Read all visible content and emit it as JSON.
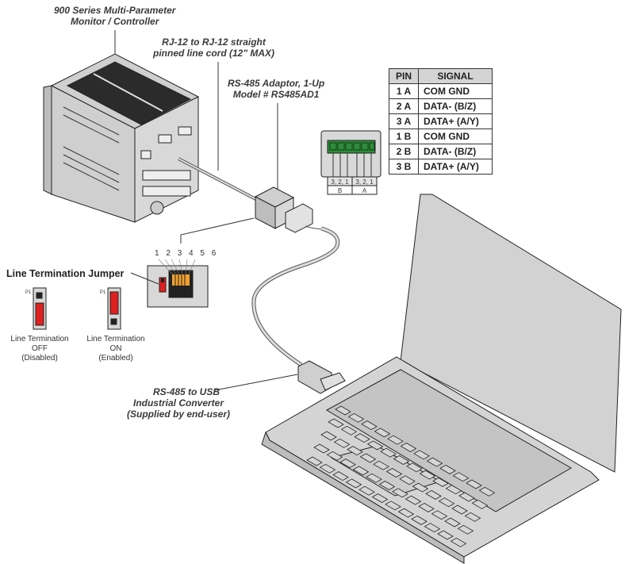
{
  "callouts": {
    "monitor_line1": "900 Series Multi-Parameter",
    "monitor_line2": "Monitor / Controller",
    "cord_line1": "RJ-12 to RJ-12 straight",
    "cord_line2": "pinned line cord (12\" MAX)",
    "adaptor_line1": "RS-485 Adaptor, 1-Up",
    "adaptor_line2": "Model # RS485AD1",
    "converter_line1": "RS-485 to USB",
    "converter_line2": "Industrial Converter",
    "converter_line3": "(Supplied by end-user)"
  },
  "pin_table": {
    "headers": [
      "PIN",
      "SIGNAL"
    ],
    "rows": [
      {
        "pin": "1 A",
        "signal": "COM GND"
      },
      {
        "pin": "2 A",
        "signal": "DATA- (B/Z)"
      },
      {
        "pin": "3 A",
        "signal": "DATA+ (A/Y)"
      },
      {
        "pin": "1 B",
        "signal": "COM GND"
      },
      {
        "pin": "2 B",
        "signal": "DATA- (B/Z)"
      },
      {
        "pin": "3 B",
        "signal": "DATA+ (A/Y)"
      }
    ]
  },
  "terminal_block": {
    "pin_order_b": "3, 2, 1",
    "pin_order_a": "3, 2, 1",
    "group_b": "B",
    "group_a": "A"
  },
  "rj12_jack": {
    "pin_numbers": [
      "1",
      "2",
      "3",
      "4",
      "5",
      "6"
    ]
  },
  "jumper": {
    "title": "Line Termination Jumper",
    "header_label": "P1",
    "off": {
      "line1": "Line Termination",
      "line2": "OFF",
      "line3": "(Disabled)"
    },
    "on": {
      "line1": "Line Termination",
      "line2": "ON",
      "line3": "(Enabled)"
    }
  },
  "colors": {
    "jumper_red": "#e02020",
    "terminal_green": "#2e8b3a",
    "rj_contact_orange": "#f0a030",
    "table_header_gray": "#d4d4d4",
    "device_gray": "#d0d0d0"
  }
}
